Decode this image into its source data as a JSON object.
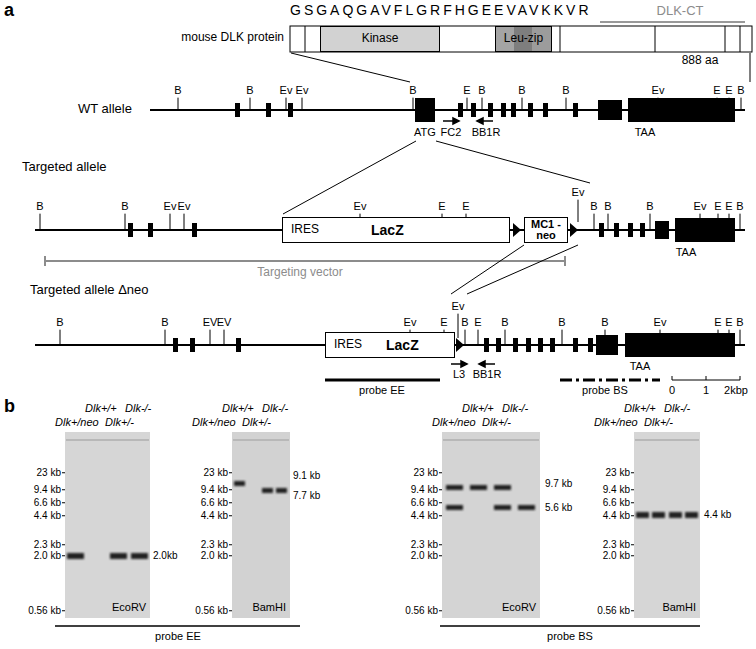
{
  "diagram": {
    "nodes": [
      {
        "text": [
          "mouse DLK protein"
        ]
      },
      {
        "text": [
          "Kinase"
        ],
        "in": 0
      },
      {
        "text": [
          "Leu-zip"
        ],
        "in": 0
      },
      {
        "text": [
          "IRES",
          "LacZ"
        ]
      },
      {
        "text": [
          "MC1 -neo"
        ]
      },
      {
        "text": [
          "IRES",
          "LacZ"
        ]
      },
      {
        "text": [
          "EcoRV"
        ]
      },
      {
        "text": [
          "BamHI"
        ]
      },
      {
        "text": [
          "EcoRV"
        ]
      },
      {
        "text": [
          "BamHI"
        ]
      }
    ],
    "labels": [
      "a",
      "GSGAQGAVFLGRFHGEEVAVKKVR",
      "DLK-CT",
      "888 aa",
      "WT allele",
      "B",
      "B",
      "Ev",
      "Ev",
      "B",
      "E",
      "B",
      "B",
      "B",
      "Ev",
      "E",
      "E",
      "B",
      "ATG",
      "FC2",
      "BB1R",
      "TAA",
      "Targeted allele",
      "B",
      "B",
      "Ev",
      "Ev",
      "Ev",
      "E",
      "E",
      "Ev",
      "B",
      "B",
      "B",
      "Ev",
      "E",
      "E",
      "B",
      "TAA",
      "Targeting vector",
      "Targeted allele Δneo",
      "B",
      "B",
      "EV",
      "EV",
      "Ev",
      "Ev",
      "E",
      "B",
      "E",
      "B",
      "B",
      "B",
      "Ev",
      "E",
      "E",
      "B",
      "L3",
      "BB1R",
      "TAA",
      "probe EE",
      "probe BS",
      "0",
      "1",
      "2kbp",
      "b",
      "Dlk+/neo",
      "Dlk+/+",
      "Dlk+/-",
      "Dlk-/-",
      "Dlk+/neo",
      "Dlk+/+",
      "Dlk+/-",
      "Dlk-/-",
      "Dlk+/neo",
      "Dlk+/+",
      "Dlk+/-",
      "Dlk-/-",
      "Dlk+/neo",
      "Dlk+/+",
      "Dlk+/-",
      "Dlk-/-",
      "23 kb",
      "9.4 kb",
      "6.6 kb",
      "4.4 kb",
      "2.3 kb",
      "2.0 kb",
      "0.56 kb",
      "23 kb",
      "9.4 kb",
      "6.6 kb",
      "4.4 kb",
      "2.3 kb",
      "2.0 kb",
      "0.56 kb",
      "23 kb",
      "9.4 kb",
      "6.6 kb",
      "4.4 kb",
      "2.3 kb",
      "2.0 kb",
      "0.56 kb",
      "23 kb",
      "9.4 kb",
      "6.6 kb",
      "4.4 kb",
      "2.3 kb",
      "2.0 kb",
      "0.56 kb",
      "2.0kb",
      "9.1 kb",
      "7.7 kb",
      "9.7 kb",
      "5.6 kb",
      "4.4 kb",
      "probe EE",
      "probe BS"
    ]
  }
}
